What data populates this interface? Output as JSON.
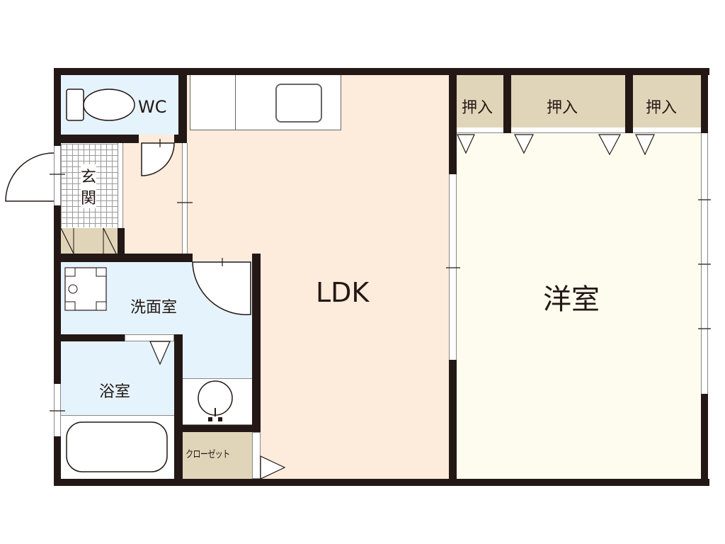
{
  "floorplan": {
    "rooms": {
      "wc": {
        "label": "WC",
        "fill": "#e5f3fc"
      },
      "genkan": {
        "label_line1": "玄",
        "label_line2": "関"
      },
      "ldk": {
        "label": "LDK",
        "fill": "#fdebdb"
      },
      "western_room": {
        "label": "洋室",
        "fill": "#fefcee"
      },
      "washroom": {
        "label": "洗面室",
        "fill": "#e5f3fc"
      },
      "bathroom": {
        "label": "浴室",
        "fill": "#e5f3fc"
      },
      "closet": {
        "label": "クローゼット",
        "fill": "#e0d5b9"
      },
      "oshiire_1": {
        "label": "押入",
        "fill": "#e0d5b9"
      },
      "oshiire_2": {
        "label": "押入",
        "fill": "#e0d5b9"
      },
      "oshiire_3": {
        "label": "押入",
        "fill": "#e0d5b9"
      }
    },
    "colors": {
      "wall": "#231815",
      "storage": "#e0d5b9",
      "wet_area": "#e5f3fc",
      "ldk": "#fdebdb",
      "western_room": "#fefcee"
    }
  }
}
